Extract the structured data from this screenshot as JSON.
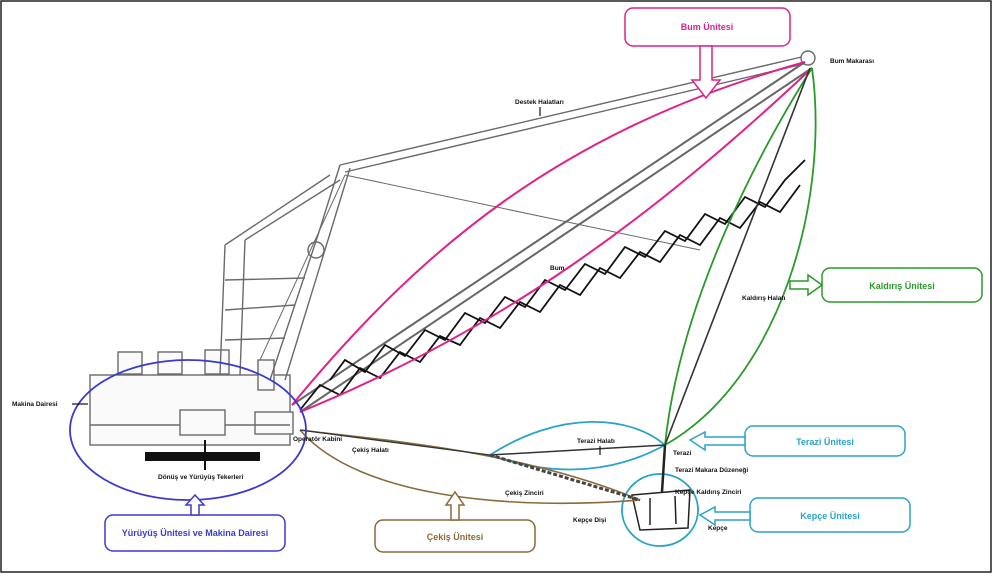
{
  "units": {
    "bum": {
      "label": "Bum Ünitesi",
      "color": "#e0218a"
    },
    "kaldirma": {
      "label": "Kaldırış Ünitesi",
      "color": "#2a9a2a"
    },
    "terazi": {
      "label": "Terazi Ünitesi",
      "color": "#2aa3c8"
    },
    "kepce": {
      "label": "Kepçe Ünitesi",
      "color": "#2aa3c8"
    },
    "cekis": {
      "label": "Çekiş Ünitesi",
      "color": "#8a6a3a"
    },
    "yuruyus": {
      "label": "Yürüyüş Ünitesi ve Makina Dairesi",
      "color": "#3a3ad0"
    }
  },
  "labels": {
    "bum_makarasi": "Bum Makarası",
    "destek_halatlari": "Destek Halatları",
    "bum": "Bum",
    "kaldiris_halati": "Kaldırış Halatı",
    "makina_dairesi": "Makina Dairesi",
    "operator_kabini": "Operatör Kabini",
    "donus_yuruyus": "Dönüş ve Yürüyüş Tekerleri",
    "cekis_halati": "Çekiş Halatı",
    "cekis_zinciri": "Çekiş Zinciri",
    "terazi_halati": "Terazi Halatı",
    "terazi": "Terazi",
    "terazi_makara": "Terazi Makara Düzeneği",
    "kepce_kaldiris_zinciri": "Kepçe Kaldırış Zinciri",
    "kepce_disi": "Kepçe Dişi",
    "kepce": "Kepçe"
  }
}
